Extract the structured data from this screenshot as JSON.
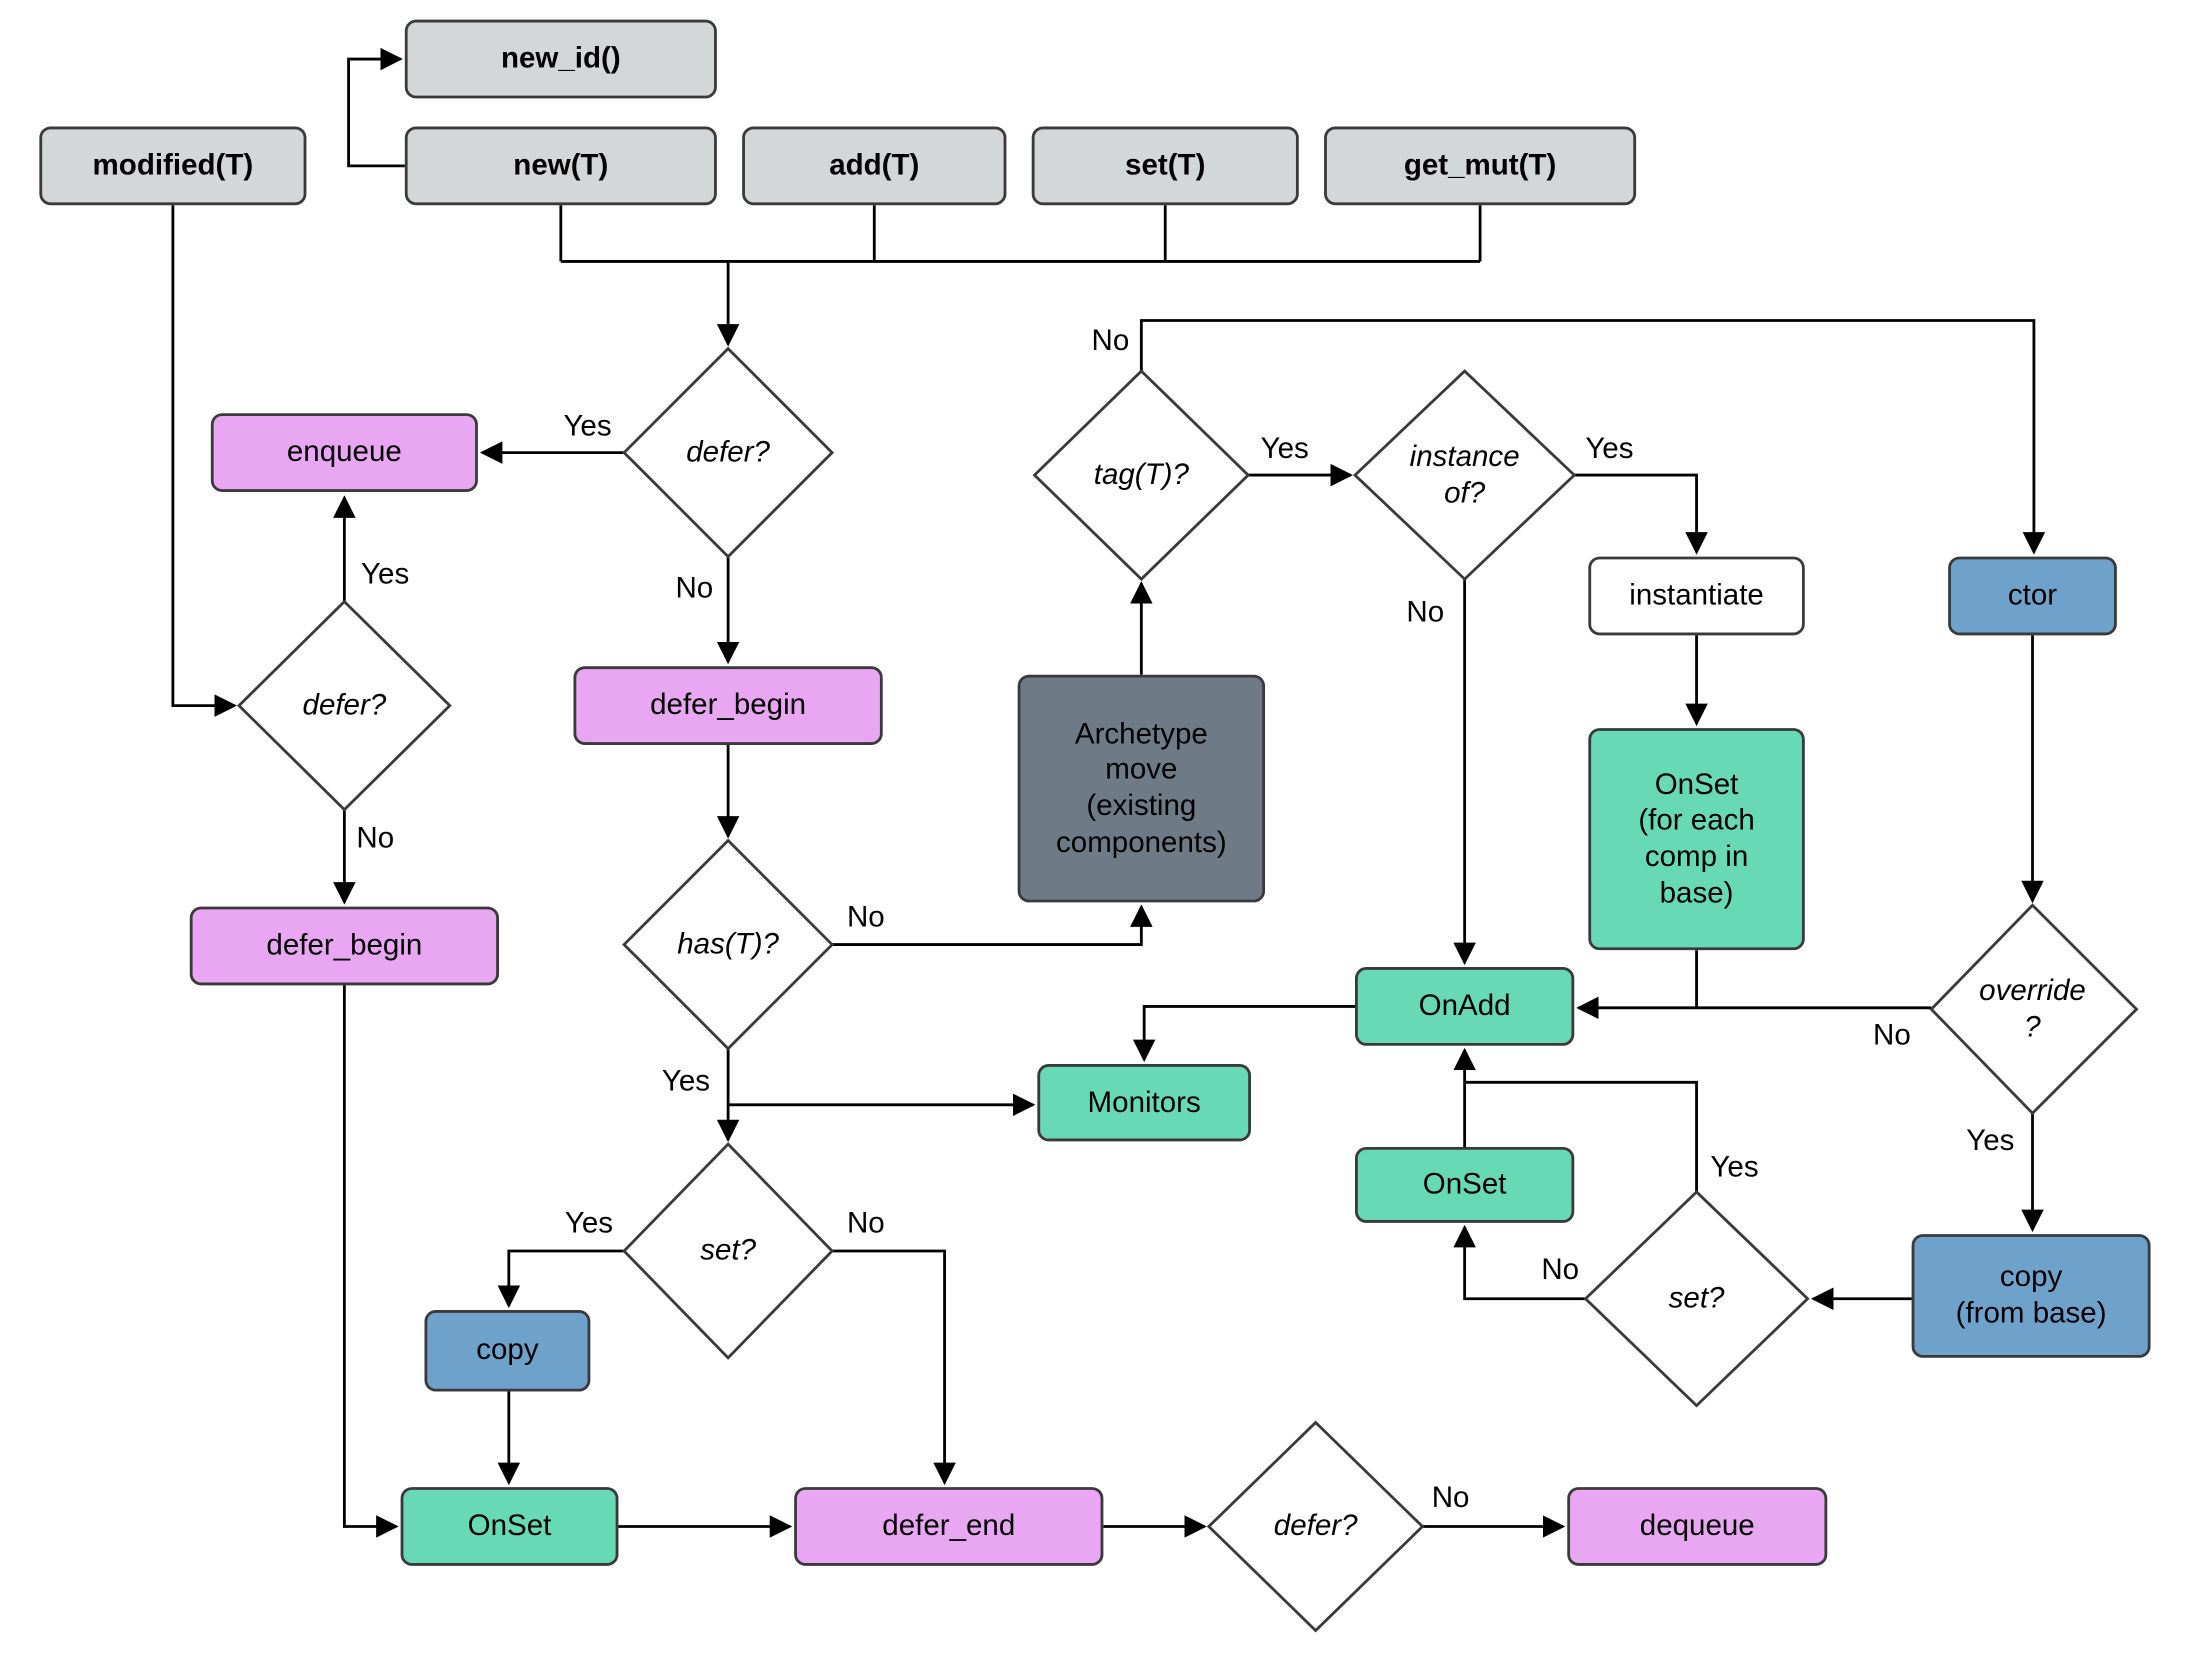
{
  "colors": {
    "background": "#ffffff",
    "border": "#3a3a3a",
    "line": "#000000",
    "text": "#000000",
    "api-fill": "#d4d7d8",
    "queue-fill": "#e9a6f2",
    "hook-fill": "#67d9b4",
    "copy-fill": "#6fa2cb",
    "move-fill": "#6e7b87",
    "decision-fill": "#ffffff",
    "plain-fill": "#ffffff"
  },
  "diagram": {
    "nodes": {
      "modified_t": {
        "label": "modified(T)",
        "kind": "api-call"
      },
      "new_id": {
        "label": "new_id()",
        "kind": "api-call"
      },
      "new_t": {
        "label": "new(T)",
        "kind": "api-call"
      },
      "add_t": {
        "label": "add(T)",
        "kind": "api-call"
      },
      "set_t": {
        "label": "set(T)",
        "kind": "api-call"
      },
      "get_mut_t": {
        "label": "get_mut(T)",
        "kind": "api-call"
      },
      "enqueue": {
        "label": "enqueue",
        "kind": "command"
      },
      "defer_1": {
        "label": "defer?",
        "kind": "decision"
      },
      "defer_2": {
        "label": "defer?",
        "kind": "decision"
      },
      "defer_begin_center": {
        "label": "defer_begin",
        "kind": "command"
      },
      "defer_begin_left": {
        "label": "defer_begin",
        "kind": "command"
      },
      "has_t": {
        "label": "has(T)?",
        "kind": "decision"
      },
      "archetype_move": {
        "label": "Archetype\nmove\n(existing\ncomponents)",
        "kind": "operation"
      },
      "tag_t": {
        "label": "tag(T)?",
        "kind": "decision"
      },
      "instance_of": {
        "label": "instance\nof?",
        "kind": "decision"
      },
      "instantiate": {
        "label": "instantiate",
        "kind": "operation"
      },
      "ctor": {
        "label": "ctor",
        "kind": "operation"
      },
      "onset_for_each": {
        "label": "OnSet\n(for each\ncomp in\nbase)",
        "kind": "hook"
      },
      "override_q": {
        "label": "override\n?",
        "kind": "decision"
      },
      "copy_from_base": {
        "label": "copy\n(from base)",
        "kind": "operation"
      },
      "set_q_right": {
        "label": "set?",
        "kind": "decision"
      },
      "onset_right": {
        "label": "OnSet",
        "kind": "hook"
      },
      "onadd": {
        "label": "OnAdd",
        "kind": "hook"
      },
      "monitors": {
        "label": "Monitors",
        "kind": "hook"
      },
      "set_q_left": {
        "label": "set?",
        "kind": "decision"
      },
      "copy": {
        "label": "copy",
        "kind": "operation"
      },
      "onset_left": {
        "label": "OnSet",
        "kind": "hook"
      },
      "defer_end": {
        "label": "defer_end",
        "kind": "command"
      },
      "defer_3": {
        "label": "defer?",
        "kind": "decision"
      },
      "dequeue": {
        "label": "dequeue",
        "kind": "command"
      }
    },
    "edge_labels": {
      "defer1_yes": "Yes",
      "defer1_no": "No",
      "defer2_yes": "Yes",
      "defer2_no": "No",
      "has_no": "No",
      "has_yes": "Yes",
      "tag_no": "No",
      "tag_yes": "Yes",
      "instance_yes": "Yes",
      "instance_no": "No",
      "override_no": "No",
      "override_yes": "Yes",
      "set_right_yes": "Yes",
      "set_right_no": "No",
      "set_left_yes": "Yes",
      "set_left_no": "No",
      "defer3_no": "No"
    },
    "edges": [
      {
        "from": "new_t",
        "to": "new_id",
        "label": ""
      },
      {
        "from": "new_t",
        "to": "defer_1",
        "label": ""
      },
      {
        "from": "add_t",
        "to": "defer_1",
        "label": ""
      },
      {
        "from": "set_t",
        "to": "defer_1",
        "label": ""
      },
      {
        "from": "get_mut_t",
        "to": "defer_1",
        "label": ""
      },
      {
        "from": "modified_t",
        "to": "defer_2",
        "label": ""
      },
      {
        "from": "defer_1",
        "to": "enqueue",
        "label": "Yes"
      },
      {
        "from": "defer_1",
        "to": "defer_begin_center",
        "label": "No"
      },
      {
        "from": "defer_2",
        "to": "enqueue",
        "label": "Yes"
      },
      {
        "from": "defer_2",
        "to": "defer_begin_left",
        "label": "No"
      },
      {
        "from": "defer_begin_center",
        "to": "has_t",
        "label": ""
      },
      {
        "from": "has_t",
        "to": "archetype_move",
        "label": "No"
      },
      {
        "from": "has_t",
        "to": "monitors",
        "label": "Yes"
      },
      {
        "from": "has_t",
        "to": "set_q_left",
        "label": "Yes"
      },
      {
        "from": "archetype_move",
        "to": "tag_t",
        "label": ""
      },
      {
        "from": "tag_t",
        "to": "ctor",
        "label": "No"
      },
      {
        "from": "tag_t",
        "to": "instance_of",
        "label": "Yes"
      },
      {
        "from": "instance_of",
        "to": "instantiate",
        "label": "Yes"
      },
      {
        "from": "instance_of",
        "to": "onadd",
        "label": "No"
      },
      {
        "from": "instantiate",
        "to": "onset_for_each",
        "label": ""
      },
      {
        "from": "onset_for_each",
        "to": "onadd",
        "label": ""
      },
      {
        "from": "ctor",
        "to": "override_q",
        "label": ""
      },
      {
        "from": "override_q",
        "to": "onadd",
        "label": "No"
      },
      {
        "from": "override_q",
        "to": "copy_from_base",
        "label": "Yes"
      },
      {
        "from": "copy_from_base",
        "to": "set_q_right",
        "label": ""
      },
      {
        "from": "set_q_right",
        "to": "onadd",
        "label": "Yes"
      },
      {
        "from": "set_q_right",
        "to": "onset_right",
        "label": "No"
      },
      {
        "from": "onset_right",
        "to": "onadd",
        "label": ""
      },
      {
        "from": "onadd",
        "to": "monitors",
        "label": ""
      },
      {
        "from": "set_q_left",
        "to": "copy",
        "label": "Yes"
      },
      {
        "from": "set_q_left",
        "to": "defer_end",
        "label": "No"
      },
      {
        "from": "copy",
        "to": "onset_left",
        "label": ""
      },
      {
        "from": "defer_begin_left",
        "to": "onset_left",
        "label": ""
      },
      {
        "from": "onset_left",
        "to": "defer_end",
        "label": ""
      },
      {
        "from": "defer_end",
        "to": "defer_3",
        "label": ""
      },
      {
        "from": "defer_3",
        "to": "dequeue",
        "label": "No"
      }
    ]
  }
}
